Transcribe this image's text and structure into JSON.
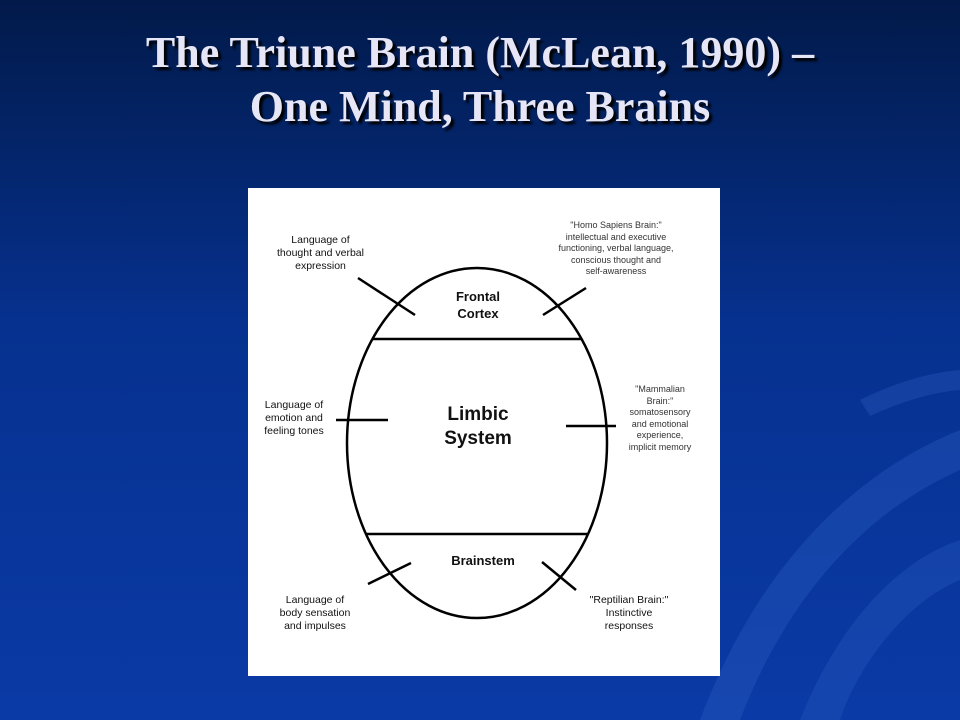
{
  "slide": {
    "title_line1": "The Triune Brain (McLean, 1990) –",
    "title_line2": "One Mind, Three Brains"
  },
  "diagram": {
    "regions": {
      "frontal": "Frontal\nCortex",
      "limbic": "Limbic\nSystem",
      "brainstem": "Brainstem"
    },
    "left_labels": {
      "top": "Language of\nthought and verbal\nexpression",
      "middle": "Language of\nemotion and\nfeeling tones",
      "bottom": "Language of\nbody sensation\nand impulses"
    },
    "right_labels": {
      "top": "\"Homo Sapiens Brain:\"\nintellectual and executive\nfunctioning, verbal language,\nconscious thought and\nself-awareness",
      "middle": "\"Mammalian\nBrain:\"\nsomatosensory\nand emotional\nexperience,\nimplicit memory",
      "bottom": "\"Reptilian Brain:\"\nInstinctive\nresponses"
    }
  }
}
